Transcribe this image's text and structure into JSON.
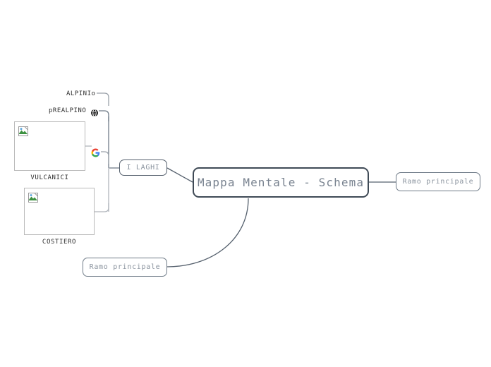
{
  "app": {
    "canvas_background": "#ffffff",
    "line_color": "#55606d",
    "central_border_color": "#3f4a56",
    "node_text_color": "#8a939e",
    "label_text_color": "#2f2f2f"
  },
  "mindmap": {
    "central_node": {
      "label": "Mappa Mentale - Schema"
    },
    "right_branch": {
      "label": "Ramo principale"
    },
    "bottom_branch": {
      "label": "Ramo principale"
    },
    "left_branch": {
      "label": "I LAGHI",
      "children": [
        {
          "label": "ALPINIo",
          "icon": ""
        },
        {
          "label": "pREALPINO",
          "icon": "globe-icon"
        },
        {
          "label": "",
          "icon": "google-icon"
        },
        {
          "label": "VULCANICI",
          "icon": "broken-image-icon"
        },
        {
          "label": "COSTIERO",
          "icon": "broken-image-icon"
        }
      ]
    }
  },
  "icons": {
    "globe": "globe-icon",
    "google": "google-icon",
    "broken_image": "broken-image-icon"
  }
}
